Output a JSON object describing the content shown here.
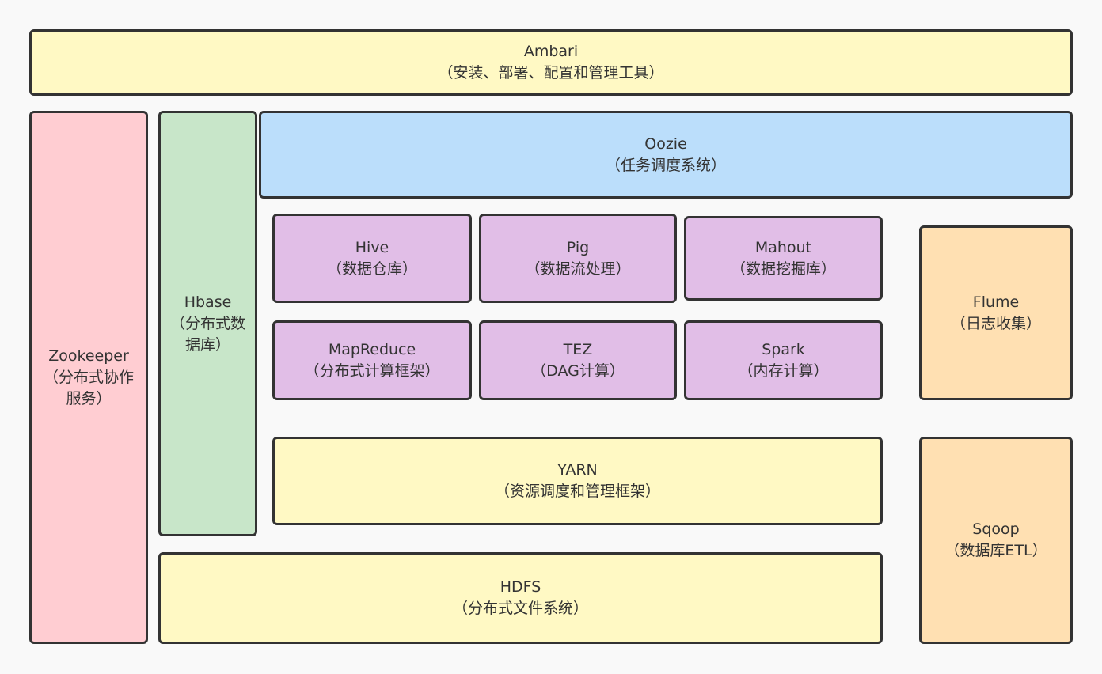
{
  "colors": {
    "pink": "#FFCDD2",
    "green": "#C8E6C9",
    "blue": "#BBDEFB",
    "purple": "#E1BEE7",
    "yellow": "#FFF9C4",
    "orange": "#FFE0B2",
    "border": "#333333"
  },
  "boxes": {
    "ambari": {
      "title": "Ambari",
      "subtitle": "（安装、部署、配置和管理工具）"
    },
    "zookeeper": {
      "title": "Zookeeper",
      "subtitle": "（分布式协作服务）"
    },
    "hbase": {
      "title": "Hbase",
      "subtitle": "（分布式数据库）"
    },
    "oozie": {
      "title": "Oozie",
      "subtitle": "（任务调度系统）"
    },
    "hive": {
      "title": "Hive",
      "subtitle": "（数据仓库）"
    },
    "pig": {
      "title": "Pig",
      "subtitle": "（数据流处理）"
    },
    "mahout": {
      "title": "Mahout",
      "subtitle": "（数据挖掘库）"
    },
    "mapreduce": {
      "title": "MapReduce",
      "subtitle": "（分布式计算框架）"
    },
    "tez": {
      "title": "TEZ",
      "subtitle": "（DAG计算）"
    },
    "spark": {
      "title": "Spark",
      "subtitle": "（内存计算）"
    },
    "flume": {
      "title": "Flume",
      "subtitle": "（日志收集）"
    },
    "yarn": {
      "title": "YARN",
      "subtitle": "（资源调度和管理框架）"
    },
    "hdfs": {
      "title": "HDFS",
      "subtitle": "（分布式文件系统）"
    },
    "sqoop": {
      "title": "Sqoop",
      "subtitle": "（数据库ETL）"
    }
  }
}
